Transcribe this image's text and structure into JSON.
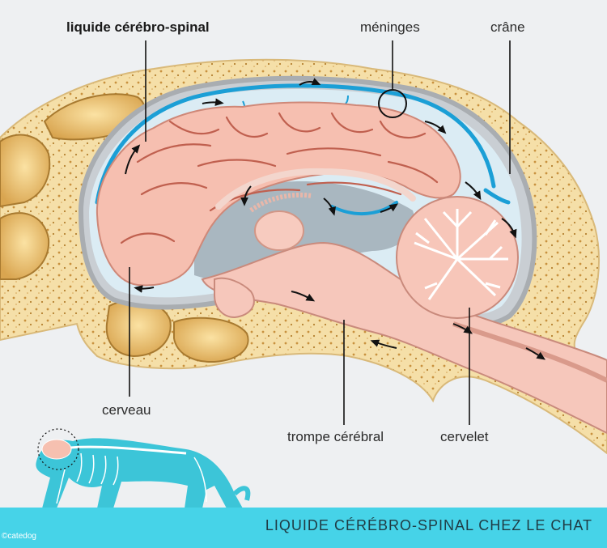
{
  "labels": {
    "csf": "liquide cérébro-spinal",
    "meninges": "méninges",
    "skull": "crâne",
    "brain": "cerveau",
    "brainstem": "trompe cérébral",
    "cerebellum": "cervelet"
  },
  "footer": {
    "title": "LIQUIDE CÉRÉBRO-SPINAL CHEZ LE CHAT",
    "credit": "©catedog"
  },
  "colors": {
    "background": "#eef0f2",
    "bone": "#f5dfa8",
    "csf_blue": "#1b9fd6",
    "brain_pink": "#f6c0b0",
    "footer": "#46d3e8",
    "cat_skeleton": "#3cc5d8"
  }
}
